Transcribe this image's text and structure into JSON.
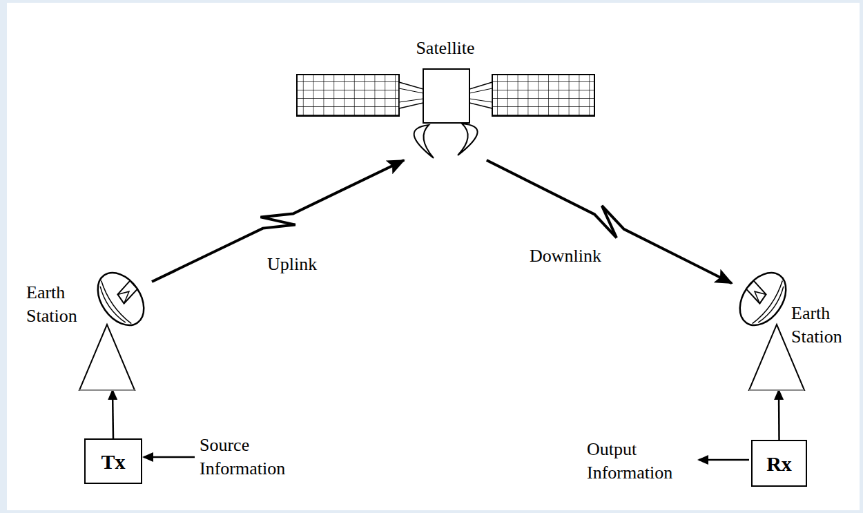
{
  "diagram": {
    "nodes": [
      {
        "text": [
          "Satellite"
        ]
      },
      {
        "text": [
          "Earth Station"
        ]
      },
      {
        "text": [
          "Earth Station"
        ]
      },
      {
        "text": [
          "Tx"
        ]
      },
      {
        "text": [
          "Rx"
        ]
      }
    ],
    "edges": [
      {
        "from": 1,
        "to": 0,
        "label": "Uplink",
        "arrow": "to"
      },
      {
        "from": 0,
        "to": 2,
        "label": "Downlink",
        "arrow": "to"
      },
      {
        "from": 3,
        "to": 1,
        "arrow": "to"
      },
      {
        "from": 4,
        "to": 2,
        "arrow": "to"
      }
    ],
    "labels": [
      "Source Information",
      "Output Information"
    ]
  }
}
